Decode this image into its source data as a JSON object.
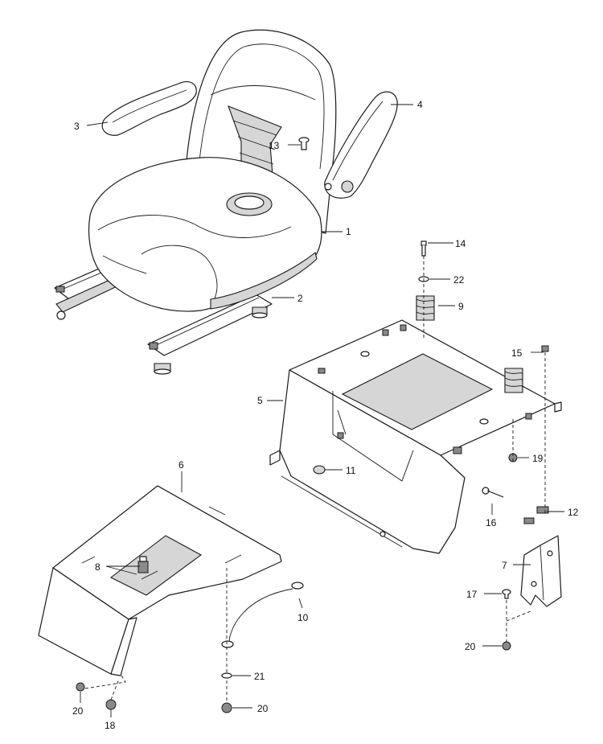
{
  "callouts": {
    "c1": "1",
    "c2": "2",
    "c3": "3",
    "c4": "4",
    "c5": "5",
    "c6": "6",
    "c7": "7",
    "c8": "8",
    "c9": "9",
    "c10": "10",
    "c11": "11",
    "c12": "12",
    "c13": "13",
    "c14": "14",
    "c15": "15",
    "c16": "16",
    "c17": "17",
    "c18": "18",
    "c19": "19",
    "c20a": "20",
    "c20b": "20",
    "c20c": "20",
    "c21": "21",
    "c22": "22"
  },
  "colors": {
    "line": "#1a1a1a",
    "background": "#ffffff",
    "shade": "#d6d6d6"
  }
}
